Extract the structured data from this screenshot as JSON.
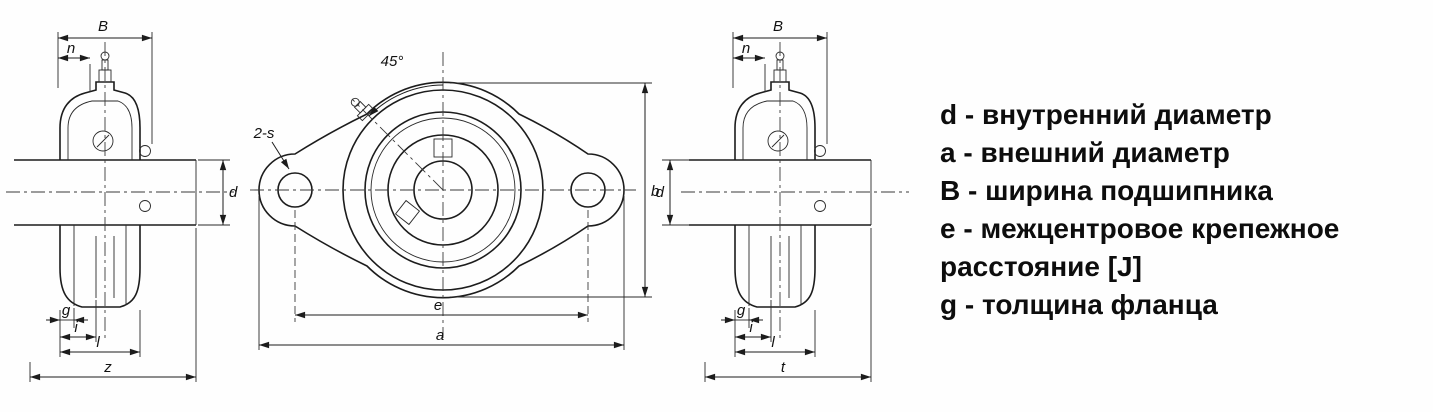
{
  "legend": {
    "lines": [
      "d - внутренний диаметр",
      "a - внешний диаметр",
      "B - ширина подшипника",
      "e - межцентровое крепежное",
      "расстояние [J]",
      "g - толщина фланца"
    ]
  },
  "dimensions": {
    "left_view": {
      "B": "B",
      "n": "n",
      "d": "d",
      "g": "g",
      "i": "i",
      "l": "l",
      "z": "z"
    },
    "front_view": {
      "angle": "45°",
      "bolt_note": "2-s",
      "e": "e",
      "a": "a",
      "b": "b"
    },
    "right_view": {
      "B": "B",
      "n": "n",
      "d": "d",
      "g": "g",
      "i": "i",
      "l": "l",
      "t": "t"
    }
  }
}
